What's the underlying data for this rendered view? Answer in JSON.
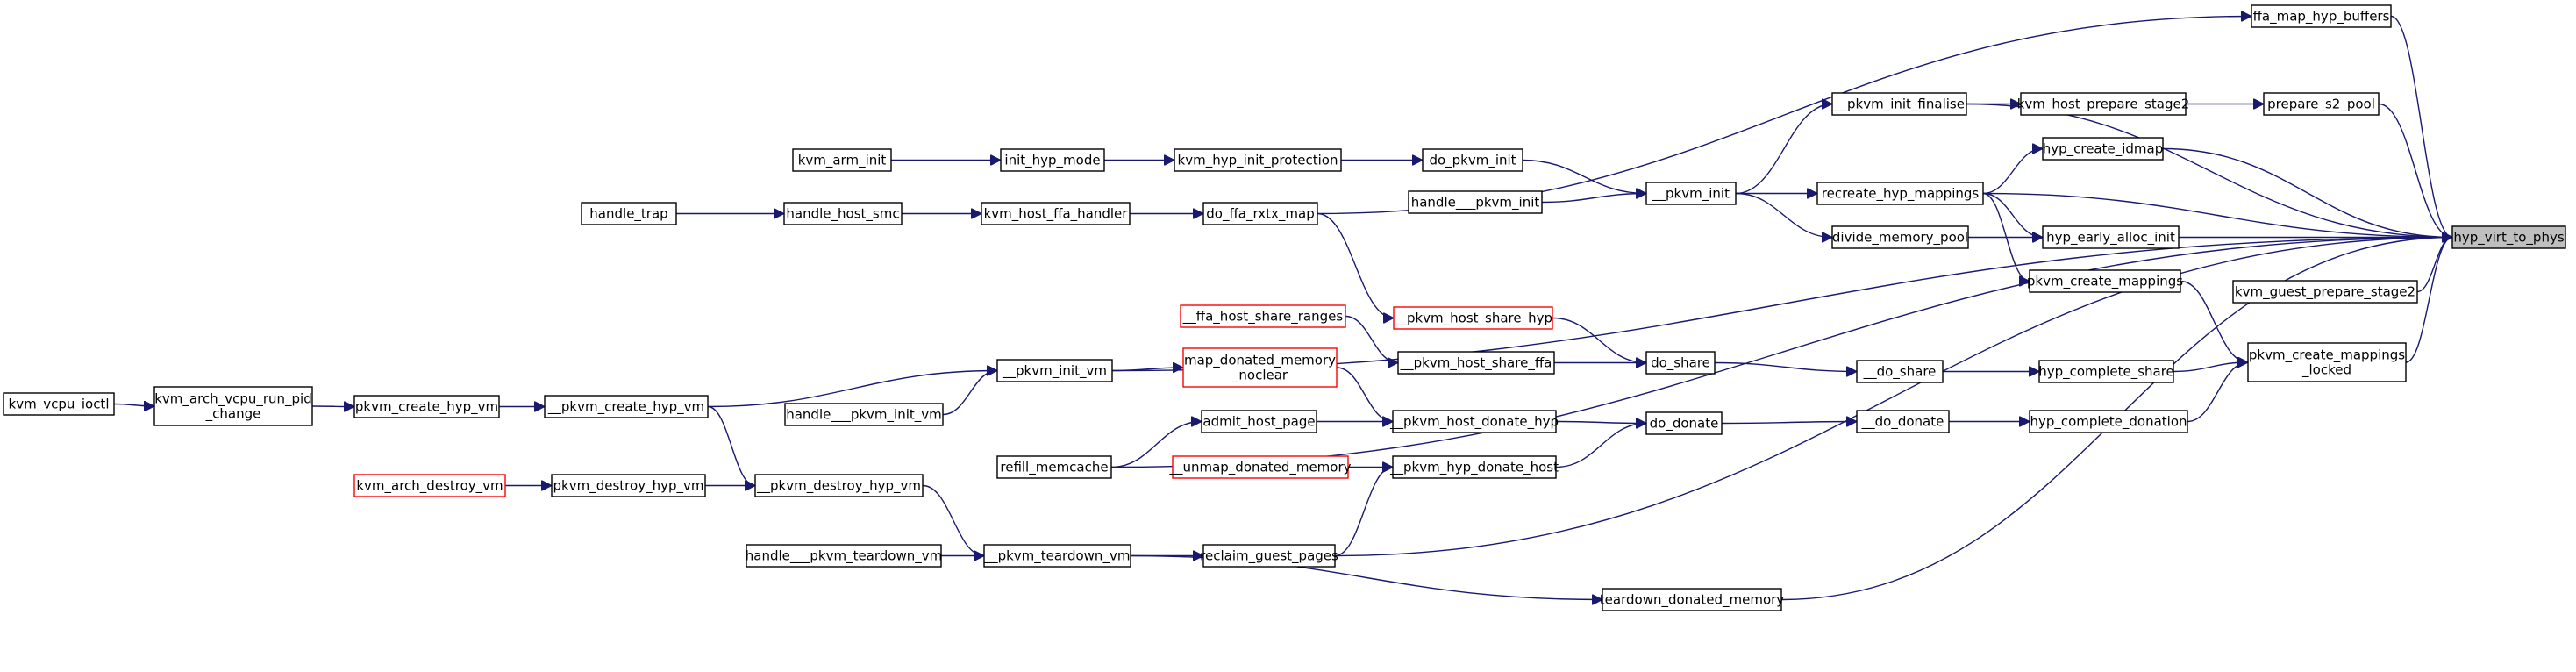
{
  "graph": {
    "focus_node": "hyp_virt_to_phys",
    "colors": {
      "edge": "#191970",
      "normal_border": "#000000",
      "missing_border": "#ff0000",
      "focus_fill": "#bfbfbf"
    },
    "nodes": [
      {
        "id": "hyp_virt_to_phys",
        "lines": [
          "hyp_virt_to_phys"
        ],
        "style": "focus"
      },
      {
        "id": "ffa_map_hyp_buffers",
        "lines": [
          "ffa_map_hyp_buffers"
        ],
        "style": "normal"
      },
      {
        "id": "kvm_host_prepare_stage2",
        "lines": [
          "kvm_host_prepare_stage2"
        ],
        "style": "normal"
      },
      {
        "id": "prepare_s2_pool",
        "lines": [
          "prepare_s2_pool"
        ],
        "style": "normal"
      },
      {
        "id": "__pkvm_init_finalise",
        "lines": [
          "__pkvm_init_finalise"
        ],
        "style": "normal"
      },
      {
        "id": "kvm_arm_init",
        "lines": [
          "kvm_arm_init"
        ],
        "style": "normal"
      },
      {
        "id": "init_hyp_mode",
        "lines": [
          "init_hyp_mode"
        ],
        "style": "normal"
      },
      {
        "id": "kvm_hyp_init_protection",
        "lines": [
          "kvm_hyp_init_protection"
        ],
        "style": "normal"
      },
      {
        "id": "do_pkvm_init",
        "lines": [
          "do_pkvm_init"
        ],
        "style": "normal"
      },
      {
        "id": "hyp_create_idmap",
        "lines": [
          "hyp_create_idmap"
        ],
        "style": "normal"
      },
      {
        "id": "handle___pkvm_init",
        "lines": [
          "handle___pkvm_init"
        ],
        "style": "normal"
      },
      {
        "id": "__pkvm_init",
        "lines": [
          "__pkvm_init"
        ],
        "style": "normal"
      },
      {
        "id": "recreate_hyp_mappings",
        "lines": [
          "recreate_hyp_mappings"
        ],
        "style": "normal"
      },
      {
        "id": "handle_trap",
        "lines": [
          "handle_trap"
        ],
        "style": "normal"
      },
      {
        "id": "handle_host_smc",
        "lines": [
          "handle_host_smc"
        ],
        "style": "normal"
      },
      {
        "id": "kvm_host_ffa_handler",
        "lines": [
          "kvm_host_ffa_handler"
        ],
        "style": "normal"
      },
      {
        "id": "do_ffa_rxtx_map",
        "lines": [
          "do_ffa_rxtx_map"
        ],
        "style": "normal"
      },
      {
        "id": "divide_memory_pool",
        "lines": [
          "divide_memory_pool"
        ],
        "style": "normal"
      },
      {
        "id": "hyp_early_alloc_init",
        "lines": [
          "hyp_early_alloc_init"
        ],
        "style": "normal"
      },
      {
        "id": "pkvm_create_mappings",
        "lines": [
          "pkvm_create_mappings"
        ],
        "style": "normal"
      },
      {
        "id": "kvm_guest_prepare_stage2",
        "lines": [
          "kvm_guest_prepare_stage2"
        ],
        "style": "normal"
      },
      {
        "id": "__ffa_host_share_ranges",
        "lines": [
          "__ffa_host_share_ranges"
        ],
        "style": "red"
      },
      {
        "id": "__pkvm_host_share_hyp",
        "lines": [
          "__pkvm_host_share_hyp"
        ],
        "style": "red"
      },
      {
        "id": "pkvm_create_mappings_locked",
        "lines": [
          "pkvm_create_mappings",
          "_locked"
        ],
        "style": "normal"
      },
      {
        "id": "__pkvm_host_share_ffa",
        "lines": [
          "__pkvm_host_share_ffa"
        ],
        "style": "normal"
      },
      {
        "id": "do_share",
        "lines": [
          "do_share"
        ],
        "style": "normal"
      },
      {
        "id": "__do_share",
        "lines": [
          "__do_share"
        ],
        "style": "normal"
      },
      {
        "id": "hyp_complete_share",
        "lines": [
          "hyp_complete_share"
        ],
        "style": "normal"
      },
      {
        "id": "map_donated_memory_noclear",
        "lines": [
          "map_donated_memory",
          "_noclear"
        ],
        "style": "red"
      },
      {
        "id": "kvm_vcpu_ioctl",
        "lines": [
          "kvm_vcpu_ioctl"
        ],
        "style": "normal"
      },
      {
        "id": "kvm_arch_vcpu_run_pid_change",
        "lines": [
          "kvm_arch_vcpu_run_pid",
          "_change"
        ],
        "style": "normal"
      },
      {
        "id": "pkvm_create_hyp_vm",
        "lines": [
          "pkvm_create_hyp_vm"
        ],
        "style": "normal"
      },
      {
        "id": "__pkvm_create_hyp_vm",
        "lines": [
          "__pkvm_create_hyp_vm"
        ],
        "style": "normal"
      },
      {
        "id": "__pkvm_init_vm",
        "lines": [
          "__pkvm_init_vm"
        ],
        "style": "normal"
      },
      {
        "id": "handle___pkvm_init_vm",
        "lines": [
          "handle___pkvm_init_vm"
        ],
        "style": "normal"
      },
      {
        "id": "admit_host_page",
        "lines": [
          "admit_host_page"
        ],
        "style": "normal"
      },
      {
        "id": "__pkvm_host_donate_hyp",
        "lines": [
          "__pkvm_host_donate_hyp"
        ],
        "style": "normal"
      },
      {
        "id": "do_donate",
        "lines": [
          "do_donate"
        ],
        "style": "normal"
      },
      {
        "id": "__do_donate",
        "lines": [
          "__do_donate"
        ],
        "style": "normal"
      },
      {
        "id": "hyp_complete_donation",
        "lines": [
          "hyp_complete_donation"
        ],
        "style": "normal"
      },
      {
        "id": "refill_memcache",
        "lines": [
          "refill_memcache"
        ],
        "style": "normal"
      },
      {
        "id": "__unmap_donated_memory",
        "lines": [
          "__unmap_donated_memory"
        ],
        "style": "red"
      },
      {
        "id": "__pkvm_hyp_donate_host",
        "lines": [
          "__pkvm_hyp_donate_host"
        ],
        "style": "normal"
      },
      {
        "id": "kvm_arch_destroy_vm",
        "lines": [
          "kvm_arch_destroy_vm"
        ],
        "style": "red"
      },
      {
        "id": "pkvm_destroy_hyp_vm",
        "lines": [
          "pkvm_destroy_hyp_vm"
        ],
        "style": "normal"
      },
      {
        "id": "__pkvm_destroy_hyp_vm",
        "lines": [
          "__pkvm_destroy_hyp_vm"
        ],
        "style": "normal"
      },
      {
        "id": "handle___pkvm_teardown_vm",
        "lines": [
          "handle___pkvm_teardown_vm"
        ],
        "style": "normal"
      },
      {
        "id": "__pkvm_teardown_vm",
        "lines": [
          "__pkvm_teardown_vm"
        ],
        "style": "normal"
      },
      {
        "id": "reclaim_guest_pages",
        "lines": [
          "reclaim_guest_pages"
        ],
        "style": "normal"
      },
      {
        "id": "teardown_donated_memory",
        "lines": [
          "teardown_donated_memory"
        ],
        "style": "normal"
      }
    ],
    "edges": [
      [
        "ffa_map_hyp_buffers",
        "hyp_virt_to_phys"
      ],
      [
        "__pkvm_init_finalise",
        "hyp_virt_to_phys"
      ],
      [
        "prepare_s2_pool",
        "hyp_virt_to_phys"
      ],
      [
        "hyp_create_idmap",
        "hyp_virt_to_phys"
      ],
      [
        "recreate_hyp_mappings",
        "hyp_virt_to_phys"
      ],
      [
        "hyp_early_alloc_init",
        "hyp_virt_to_phys"
      ],
      [
        "__pkvm_init_vm",
        "hyp_virt_to_phys"
      ],
      [
        "kvm_guest_prepare_stage2",
        "hyp_virt_to_phys"
      ],
      [
        "pkvm_create_mappings_locked",
        "hyp_virt_to_phys"
      ],
      [
        "refill_memcache",
        "hyp_virt_to_phys"
      ],
      [
        "reclaim_guest_pages",
        "hyp_virt_to_phys"
      ],
      [
        "teardown_donated_memory",
        "hyp_virt_to_phys"
      ],
      [
        "kvm_host_prepare_stage2",
        "prepare_s2_pool"
      ],
      [
        "__pkvm_init_finalise",
        "kvm_host_prepare_stage2"
      ],
      [
        "__pkvm_init",
        "__pkvm_init_finalise"
      ],
      [
        "do_ffa_rxtx_map",
        "ffa_map_hyp_buffers"
      ],
      [
        "kvm_arm_init",
        "init_hyp_mode"
      ],
      [
        "init_hyp_mode",
        "kvm_hyp_init_protection"
      ],
      [
        "kvm_hyp_init_protection",
        "do_pkvm_init"
      ],
      [
        "do_pkvm_init",
        "__pkvm_init"
      ],
      [
        "handle___pkvm_init",
        "__pkvm_init"
      ],
      [
        "__pkvm_init",
        "recreate_hyp_mappings"
      ],
      [
        "__pkvm_init",
        "divide_memory_pool"
      ],
      [
        "recreate_hyp_mappings",
        "hyp_create_idmap"
      ],
      [
        "recreate_hyp_mappings",
        "hyp_early_alloc_init"
      ],
      [
        "recreate_hyp_mappings",
        "pkvm_create_mappings"
      ],
      [
        "divide_memory_pool",
        "hyp_early_alloc_init"
      ],
      [
        "pkvm_create_mappings",
        "pkvm_create_mappings_locked"
      ],
      [
        "handle_trap",
        "handle_host_smc"
      ],
      [
        "handle_host_smc",
        "kvm_host_ffa_handler"
      ],
      [
        "kvm_host_ffa_handler",
        "do_ffa_rxtx_map"
      ],
      [
        "do_ffa_rxtx_map",
        "__pkvm_host_share_hyp"
      ],
      [
        "__ffa_host_share_ranges",
        "__pkvm_host_share_ffa"
      ],
      [
        "__pkvm_host_share_hyp",
        "do_share"
      ],
      [
        "__pkvm_host_share_ffa",
        "do_share"
      ],
      [
        "do_share",
        "__do_share"
      ],
      [
        "__do_share",
        "hyp_complete_share"
      ],
      [
        "hyp_complete_share",
        "pkvm_create_mappings_locked"
      ],
      [
        "hyp_complete_donation",
        "pkvm_create_mappings_locked"
      ],
      [
        "kvm_vcpu_ioctl",
        "kvm_arch_vcpu_run_pid_change"
      ],
      [
        "kvm_arch_vcpu_run_pid_change",
        "pkvm_create_hyp_vm"
      ],
      [
        "pkvm_create_hyp_vm",
        "__pkvm_create_hyp_vm"
      ],
      [
        "__pkvm_create_hyp_vm",
        "__pkvm_init_vm"
      ],
      [
        "handle___pkvm_init_vm",
        "__pkvm_init_vm"
      ],
      [
        "__pkvm_init_vm",
        "map_donated_memory_noclear"
      ],
      [
        "map_donated_memory_noclear",
        "__pkvm_host_donate_hyp"
      ],
      [
        "admit_host_page",
        "__pkvm_host_donate_hyp"
      ],
      [
        "refill_memcache",
        "admit_host_page"
      ],
      [
        "__pkvm_host_donate_hyp",
        "do_donate"
      ],
      [
        "__pkvm_hyp_donate_host",
        "do_donate"
      ],
      [
        "do_donate",
        "__do_donate"
      ],
      [
        "__do_donate",
        "hyp_complete_donation"
      ],
      [
        "__unmap_donated_memory",
        "__pkvm_hyp_donate_host"
      ],
      [
        "reclaim_guest_pages",
        "__pkvm_hyp_donate_host"
      ],
      [
        "kvm_arch_destroy_vm",
        "pkvm_destroy_hyp_vm"
      ],
      [
        "pkvm_destroy_hyp_vm",
        "__pkvm_destroy_hyp_vm"
      ],
      [
        "__pkvm_create_hyp_vm",
        "__pkvm_destroy_hyp_vm"
      ],
      [
        "__pkvm_destroy_hyp_vm",
        "__pkvm_teardown_vm"
      ],
      [
        "handle___pkvm_teardown_vm",
        "__pkvm_teardown_vm"
      ],
      [
        "__pkvm_teardown_vm",
        "reclaim_guest_pages"
      ],
      [
        "__pkvm_teardown_vm",
        "teardown_donated_memory"
      ]
    ]
  }
}
